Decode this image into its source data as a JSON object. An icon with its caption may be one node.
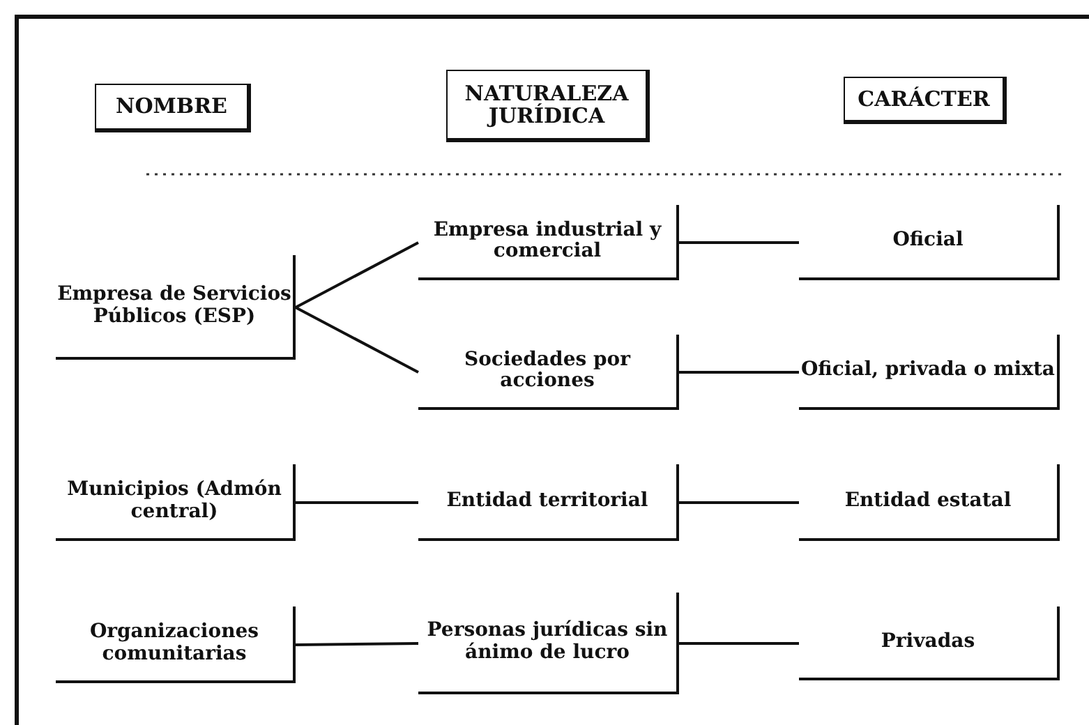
{
  "diagram": {
    "nodes": [
      {
        "text": [
          "NOMBRE"
        ]
      },
      {
        "text": [
          "NATURALEZA JURÍDICA"
        ]
      },
      {
        "text": [
          "CARÁCTER"
        ]
      },
      {
        "text": [
          "Empresa de Servicios Públicos (ESP)"
        ]
      },
      {
        "text": [
          "Empresa industrial y comercial"
        ]
      },
      {
        "text": [
          "Sociedades por acciones"
        ]
      },
      {
        "text": [
          "Oficial"
        ]
      },
      {
        "text": [
          "Oficial, privada o mixta"
        ]
      },
      {
        "text": [
          "Municipios (Admón central)"
        ]
      },
      {
        "text": [
          "Entidad territorial"
        ]
      },
      {
        "text": [
          "Entidad estatal"
        ]
      },
      {
        "text": [
          "Organizaciones comunitarias"
        ]
      },
      {
        "text": [
          "Personas jurídicas sin ánimo de lucro"
        ]
      },
      {
        "text": [
          "Privadas"
        ]
      }
    ],
    "edges": [
      {
        "from": 3,
        "to": 4,
        "arrow": "none"
      },
      {
        "from": 3,
        "to": 5,
        "arrow": "none"
      },
      {
        "from": 4,
        "to": 6,
        "arrow": "none"
      },
      {
        "from": 5,
        "to": 7,
        "arrow": "none"
      },
      {
        "from": 8,
        "to": 9,
        "arrow": "none"
      },
      {
        "from": 9,
        "to": 10,
        "arrow": "none"
      },
      {
        "from": 11,
        "to": 12,
        "arrow": "none"
      },
      {
        "from": 12,
        "to": 13,
        "arrow": "none"
      }
    ]
  }
}
